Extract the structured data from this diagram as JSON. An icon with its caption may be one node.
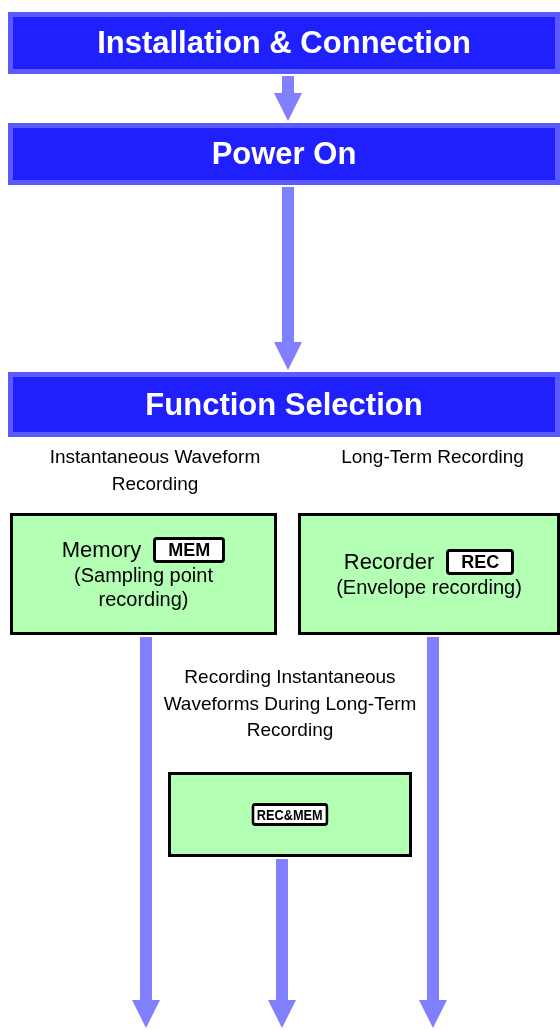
{
  "diagram": {
    "nodes": [
      {
        "text": [
          "Installation & Connection"
        ]
      },
      {
        "text": [
          "Power On"
        ]
      },
      {
        "text": [
          "Function Selection"
        ]
      },
      {
        "text": [
          "Memory",
          "MEM",
          "(Sampling point recording)"
        ]
      },
      {
        "text": [
          "Recorder",
          "REC",
          "(Envelope recording)"
        ]
      },
      {
        "text": [
          "REC&MEM"
        ],
        "beside": [
          "Recording Instantaneous Waveforms During Long-Term Recording"
        ]
      }
    ],
    "edges": [
      {
        "from": 0,
        "to": 1,
        "arrow": "to"
      },
      {
        "from": 1,
        "to": 2,
        "arrow": "to"
      },
      {
        "from": 3,
        "to": null,
        "arrow": "to"
      },
      {
        "from": 5,
        "to": null,
        "arrow": "to"
      },
      {
        "from": 4,
        "to": null,
        "arrow": "to"
      }
    ],
    "labels": [
      "Instantaneous Waveform Recording",
      "Long-Term Recording"
    ]
  }
}
